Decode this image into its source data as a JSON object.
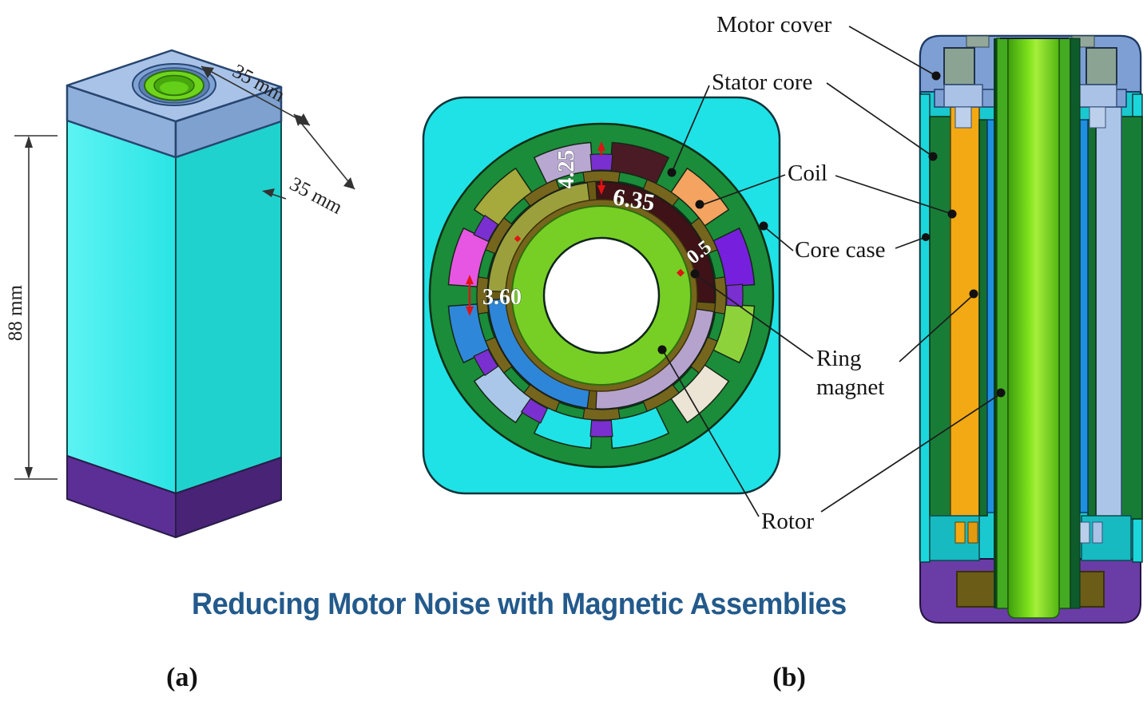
{
  "title": {
    "text": "Reducing Motor Noise with Magnetic Assemblies",
    "color": "#235a8c"
  },
  "captions": {
    "a": "(a)",
    "b": "(b)"
  },
  "dimensions": {
    "height": "88 mm",
    "width": "35 mm",
    "depth": "35 mm",
    "slot_depth": "4.25",
    "magnet_width": "6.35",
    "air_gap": "0.5",
    "slot_gap": "3.60"
  },
  "labels": {
    "motor_cover": "Motor cover",
    "stator_core": "Stator core",
    "coil": "Coil",
    "core_case": "Core case",
    "ring_magnet": [
      "Ring",
      "magnet"
    ],
    "rotor": "Rotor"
  },
  "colors": {
    "case_cyan": "#1fe2e6",
    "body_cyan_left": "#3cecec",
    "body_cyan_right": "#20d2cd",
    "cap_top": "#a9c3e8",
    "cap_front": "#8fb0da",
    "cap_right": "#7ea1cf",
    "base_front": "#5c2f96",
    "base_right": "#482376",
    "stator_green": "#1b8c3a",
    "rotor_green": "#77cf26",
    "magnet_maroon": "#3f1217",
    "coil_orange": "#f3a913",
    "cover_blue": "#7e9fd4",
    "shell_teal": "#19c9cf",
    "base_purple": "#6a3ca6",
    "ring_magnet_blue": "#1f8fdf"
  },
  "cross_section": {
    "slots": [
      {
        "angle": -165,
        "color": "#e756e3"
      },
      {
        "angle": -135,
        "color": "#a6a93c"
      },
      {
        "angle": -105,
        "color": "#b8a7d1"
      },
      {
        "angle": -75,
        "color": "#4a1b25"
      },
      {
        "angle": -45,
        "color": "#f4a361"
      },
      {
        "angle": -15,
        "color": "#761fdd"
      },
      {
        "angle": 15,
        "color": "#8ed23b"
      },
      {
        "angle": 45,
        "color": "#ece4d4"
      },
      {
        "angle": 75,
        "color": "#1fe2e6"
      },
      {
        "angle": 105,
        "color": "#1fe2e6"
      },
      {
        "angle": 135,
        "color": "#aac7ea"
      },
      {
        "angle": 165,
        "color": "#2f87da"
      }
    ],
    "magnet_segments": [
      {
        "from": -95,
        "to": 6,
        "color": "#3f1217"
      },
      {
        "from": 6,
        "to": 95,
        "color": "#b5a3cd"
      },
      {
        "from": 95,
        "to": 178,
        "color": "#2e86d8"
      },
      {
        "from": -178,
        "to": -95,
        "color": "#9ba03c"
      }
    ],
    "tooth_angles": [
      -180,
      -150,
      -120,
      -90,
      -60,
      -30,
      0,
      30,
      60,
      90,
      120,
      150
    ],
    "purple_tip_angles": [
      -150,
      -90,
      0,
      90,
      120,
      150
    ],
    "separator_angles": [
      -95,
      6,
      95,
      180
    ]
  }
}
